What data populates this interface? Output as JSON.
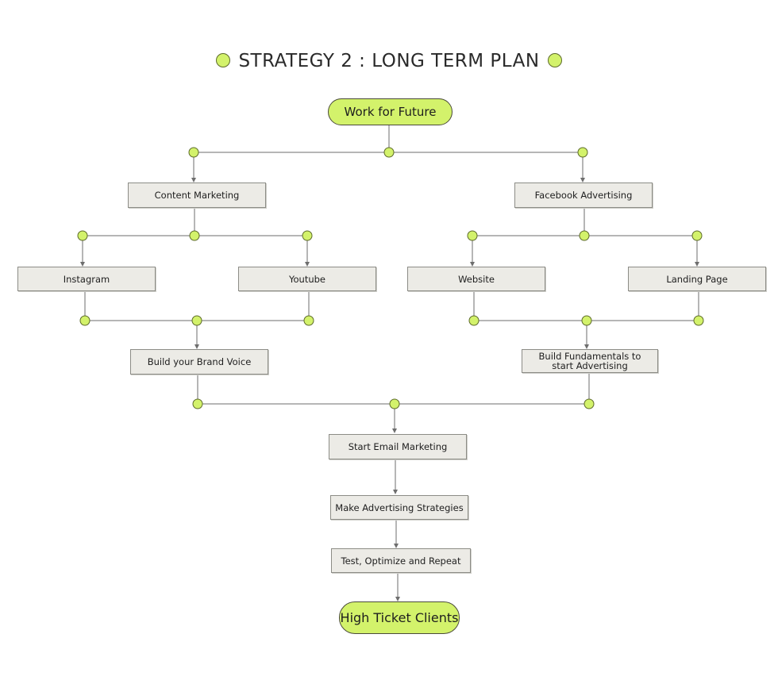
{
  "title": "STRATEGY 2 : LONG TERM PLAN",
  "nodes": {
    "work_for_future": "Work for Future",
    "content_marketing": "Content Marketing",
    "facebook_advertising": "Facebook Advertising",
    "instagram": "Instagram",
    "youtube": "Youtube",
    "website": "Website",
    "landing_page": "Landing Page",
    "build_brand_voice": "Build your Brand Voice",
    "build_fundamentals": "Build Fundamentals to start Advertising",
    "start_email_marketing": "Start Email Marketing",
    "make_advertising_strategies": "Make Advertising Strategies",
    "test_optimize_repeat": "Test, Optimize and Repeat",
    "high_ticket_clients": "High Ticket Clients"
  },
  "colors": {
    "accent": "#d3f26b",
    "box_fill": "#ecebe6",
    "line": "#6e6e6e"
  }
}
